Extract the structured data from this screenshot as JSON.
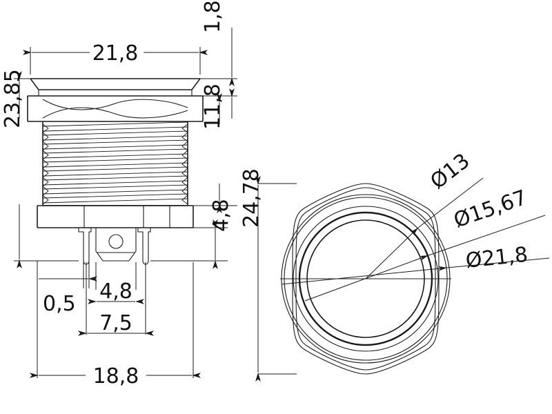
{
  "drawing": {
    "title": "Anti-vandal push button switch dimensional drawing",
    "units": "mm",
    "line_color": "#1a1a1a",
    "background": "#ffffff",
    "views": [
      {
        "name": "front-section-view",
        "position": "left"
      },
      {
        "name": "top-plan-view",
        "position": "right"
      }
    ]
  },
  "dimensions": {
    "front_view": {
      "head_width": "21,8",
      "bezel_height": "1,8",
      "thread_length": "11,8",
      "total_height": "23,85",
      "terminal_height": "4,8",
      "pin_thickness": "0,5",
      "tab_width": "4,8",
      "pin_spacing": "7,5",
      "body_width": "18,8"
    },
    "top_view": {
      "across_flats": "24,78",
      "inner_circle": "Ø13",
      "middle_circle": "Ø15,67",
      "outer_circle": "Ø21,8"
    }
  },
  "labels": {
    "d21_8": "21,8",
    "d1_8": "1,8",
    "d11_8": "11,8",
    "d23_85": "23,85",
    "d4_8_v": "4,8",
    "d0_5": "0,5",
    "d4_8_h": "4,8",
    "d7_5": "7,5",
    "d18_8": "18,8",
    "d24_78": "24,78",
    "dia13": "Ø13",
    "dia15_67": "Ø15,67",
    "dia21_8": "Ø21,8"
  }
}
